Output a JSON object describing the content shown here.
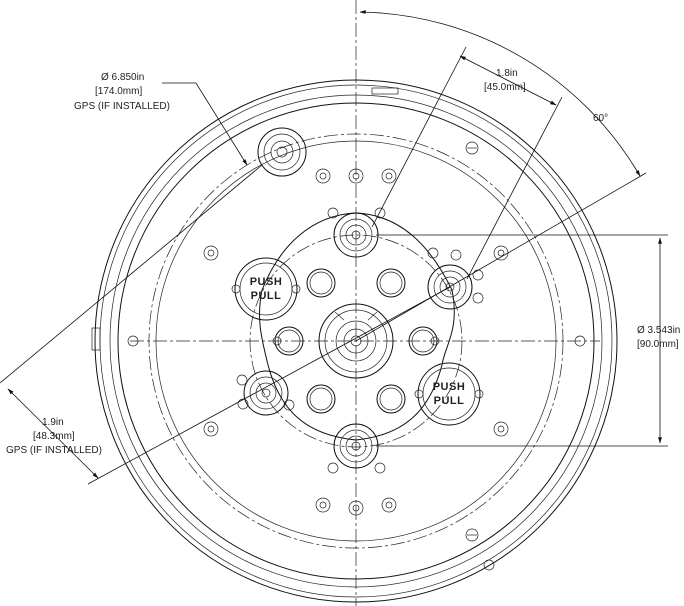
{
  "dimensions": {
    "gps_diameter": {
      "imperial": "Ø 6.850in",
      "metric": "[174.0mm]",
      "note": "GPS (IF INSTALLED)"
    },
    "connector_offset": {
      "imperial": "1.8in",
      "metric": "[45.0mm]"
    },
    "angle": {
      "value": "60°"
    },
    "bolt_circle": {
      "imperial": "Ø 3.543in",
      "metric": "[90.0mm]"
    },
    "gps_offset": {
      "imperial": "1.9in",
      "metric": "[48.3mm]",
      "note": "GPS (IF INSTALLED)"
    }
  },
  "push_pull_buttons": [
    {
      "line1": "PUSH",
      "line2": "PULL"
    },
    {
      "line1": "PUSH",
      "line2": "PULL"
    }
  ]
}
